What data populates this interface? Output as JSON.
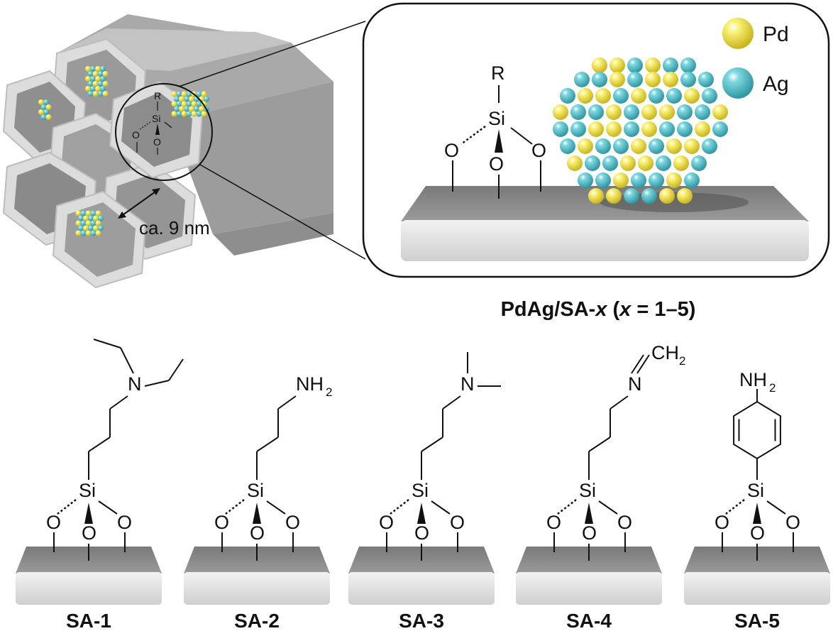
{
  "title": "PdAg/SA-x (x = 1–5)",
  "title_parts": {
    "prefix": "PdAg/SA-",
    "x1": "x",
    "mid": " (",
    "x2": "x",
    "suffix": " = 1–5)"
  },
  "pore_size_label": "ca. 9 nm",
  "legend": [
    {
      "label": "Pd",
      "color": "#f2e63c"
    },
    {
      "label": "Ag",
      "color": "#5cc6d0"
    }
  ],
  "atoms": {
    "R": "R",
    "Si": "Si",
    "O": "O",
    "N": "N",
    "NH": "NH",
    "CH": "CH",
    "sub2": "2"
  },
  "supports": [
    {
      "label": "SA-1"
    },
    {
      "label": "SA-2"
    },
    {
      "label": "SA-3"
    },
    {
      "label": "SA-4"
    },
    {
      "label": "SA-5"
    }
  ],
  "colors": {
    "silica_light": "#d8d8d8",
    "silica_dark": "#8a8a8a",
    "bond": "#111111"
  }
}
